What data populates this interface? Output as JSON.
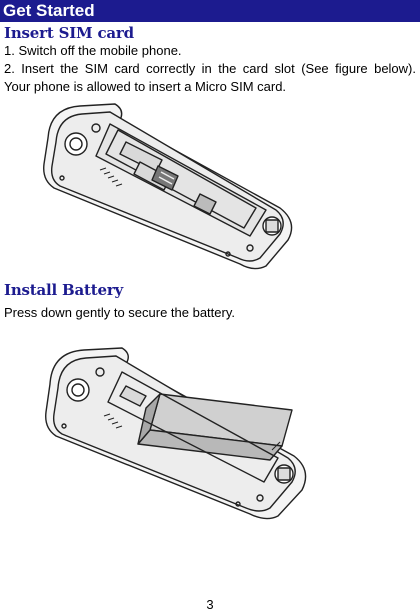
{
  "header": {
    "title": "Get Started"
  },
  "sections": [
    {
      "heading": "Insert SIM card",
      "step1": "1. Switch off the mobile phone.",
      "step2_line1": "2. Insert the SIM card correctly in the card slot (See figure below).",
      "step2_line2": "Your phone is allowed to insert a Micro SIM card."
    },
    {
      "heading": "Install Battery",
      "text": "Press down gently to secure the battery."
    }
  ],
  "footer": {
    "page_number": "3"
  }
}
